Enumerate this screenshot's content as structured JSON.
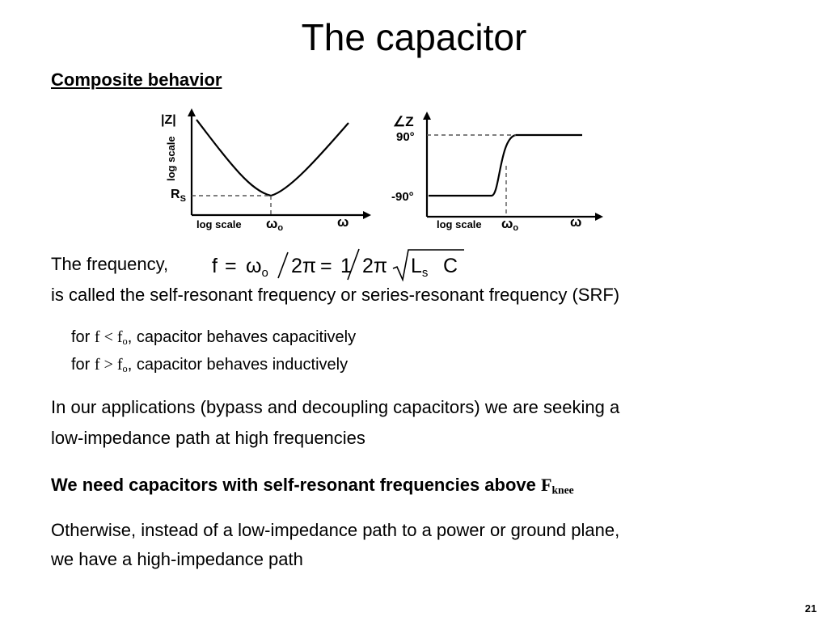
{
  "title": "The capacitor",
  "subheading": "Composite behavior",
  "impedance_plot": {
    "y_label_top": "|Z|",
    "y_label_scale": "log scale",
    "rs_label": "R",
    "rs_sub": "S",
    "x_label_scale": "log scale",
    "omega_o": "ω",
    "omega_o_sub": "o",
    "omega": "ω"
  },
  "phase_plot": {
    "y_label_top": "∠Z",
    "y_tick_high": "90°",
    "y_tick_low": "-90°",
    "x_label_scale": "log scale",
    "omega_o": "ω",
    "omega_o_sub": "o",
    "omega": "ω"
  },
  "frequency": {
    "lead": "The frequency,",
    "formula_f": "f",
    "formula_eq1": "=",
    "formula_omega": "ω",
    "formula_omega_sub": "o",
    "formula_div1": "2π",
    "formula_eq2": "=",
    "formula_one": "1",
    "formula_div2": "2π",
    "formula_L": "L",
    "formula_L_sub": "s",
    "formula_C": "C",
    "description": "is called the self-resonant frequency or series-resonant frequency (SRF)"
  },
  "conditions": [
    {
      "prefix": "for ",
      "math": "f < f",
      "math_sub": "o",
      "text": ", capacitor behaves capacitively"
    },
    {
      "prefix": "for ",
      "math": "f > f",
      "math_sub": "o",
      "text": ", capacitor behaves inductively"
    }
  ],
  "applications": {
    "line1": "In our applications (bypass and decoupling capacitors) we are seeking a",
    "line2": "low-impedance path at high frequencies"
  },
  "need": {
    "text": "We need capacitors with self-resonant frequencies above ",
    "F": "F",
    "F_sub": "knee"
  },
  "otherwise": {
    "line1": "Otherwise, instead of a low-impedance path to a power or ground plane,",
    "line2": "we have a high-impedance path"
  },
  "page_number": "21"
}
